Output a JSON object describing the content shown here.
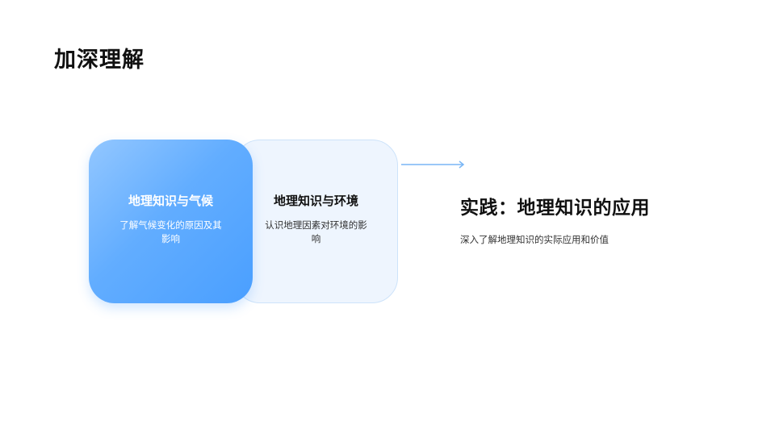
{
  "slide": {
    "title": "加深理解"
  },
  "cards": [
    {
      "title": "地理知识与气候",
      "description": "了解气候变化的原因及其影响",
      "style": "active",
      "color_from": "#93c7ff",
      "color_to": "#4a9fff"
    },
    {
      "title": "地理知识与环境",
      "description": "认识地理因素对环境的影响",
      "style": "inactive",
      "background": "#eef5fe"
    }
  ],
  "arrow": {
    "icon": "arrow-right-icon",
    "color": "#79b6f5"
  },
  "practice": {
    "title": "实践：地理知识的应用",
    "description": "深入了解地理知识的实际应用和价值"
  }
}
